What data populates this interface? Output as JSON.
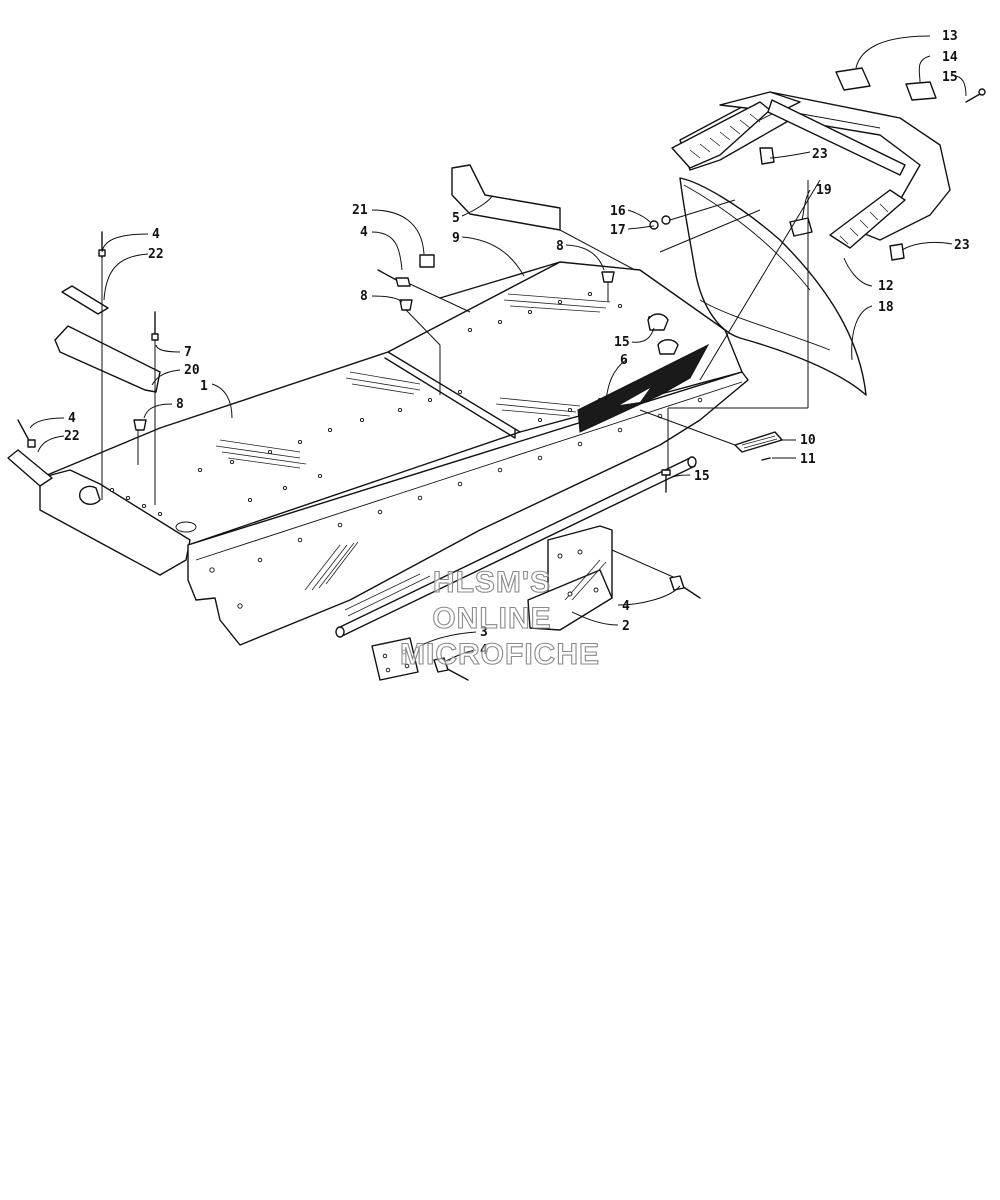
{
  "callouts": {
    "c1": "1",
    "c2": "2",
    "c3": "3",
    "c4a": "4",
    "c4b": "4",
    "c4c": "4",
    "c4d": "4",
    "c4e": "4",
    "c5": "5",
    "c6": "6",
    "c7": "7",
    "c8a": "8",
    "c8b": "8",
    "c8c": "8",
    "c9": "9",
    "c10": "10",
    "c11": "11",
    "c12": "12",
    "c13": "13",
    "c14": "14",
    "c15a": "15",
    "c15b": "15",
    "c15c": "15",
    "c16": "16",
    "c17": "17",
    "c18": "18",
    "c19": "19",
    "c20": "20",
    "c21": "21",
    "c22a": "22",
    "c22b": "22",
    "c23a": "23",
    "c23b": "23"
  },
  "watermark": {
    "line1": "HLSM'S",
    "line2": "ONLINE",
    "line3": "MICROFICHE"
  },
  "colors": {
    "line": "#111111",
    "background": "#ffffff",
    "watermark": "#8a8a8a"
  }
}
